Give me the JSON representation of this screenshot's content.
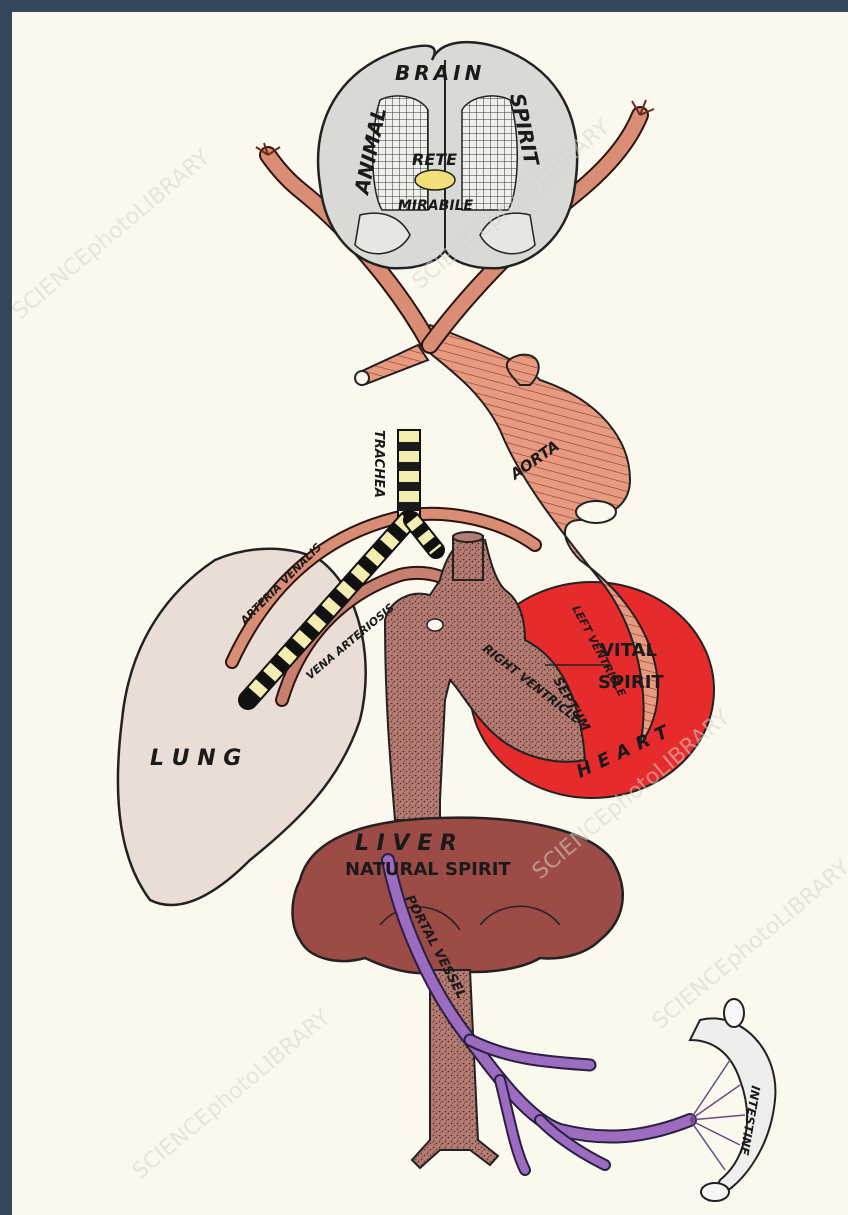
{
  "labels": {
    "brain_left": "ANIMAL",
    "brain_top": "BRAIN",
    "brain_right": "SPIRIT",
    "rete": "RETE",
    "mirabile": "MIRABILE",
    "trachea": "TRACHEA",
    "aorta": "AORTA",
    "arteria_venalis": "ARTERIA VENALIS",
    "vena_arteriosis": "VENA ARTERIOSIS",
    "right_ventricle": "RIGHT VENTRICLE",
    "left_ventricle": "LEFT VENTRICLE",
    "septum": "SEPTUM",
    "vital": "VITAL",
    "vital_spirit": "SPIRIT",
    "heart": "HEART",
    "lung": "L U N G",
    "liver": "L I V E R",
    "natural_spirit": "NATURAL SPIRIT",
    "portal_vessel": "PORTAL VESSEL",
    "intestine": "INTESTINE"
  },
  "watermark": "SCIENCEphotoLIBRARY",
  "colors": {
    "background": "#fbf8ee",
    "frame": "#34485a",
    "brain": "#d9d9d6",
    "artery": "#e89a80",
    "vein": "#a9523f",
    "heart": "#e52b2b",
    "liver": "#9c4b46",
    "lung": "#eaddd6",
    "portal": "#9b6cc0",
    "venous_blood": "#a77068",
    "trachea_dark": "#1a1a1a",
    "trachea_light": "#f3eeb0"
  }
}
